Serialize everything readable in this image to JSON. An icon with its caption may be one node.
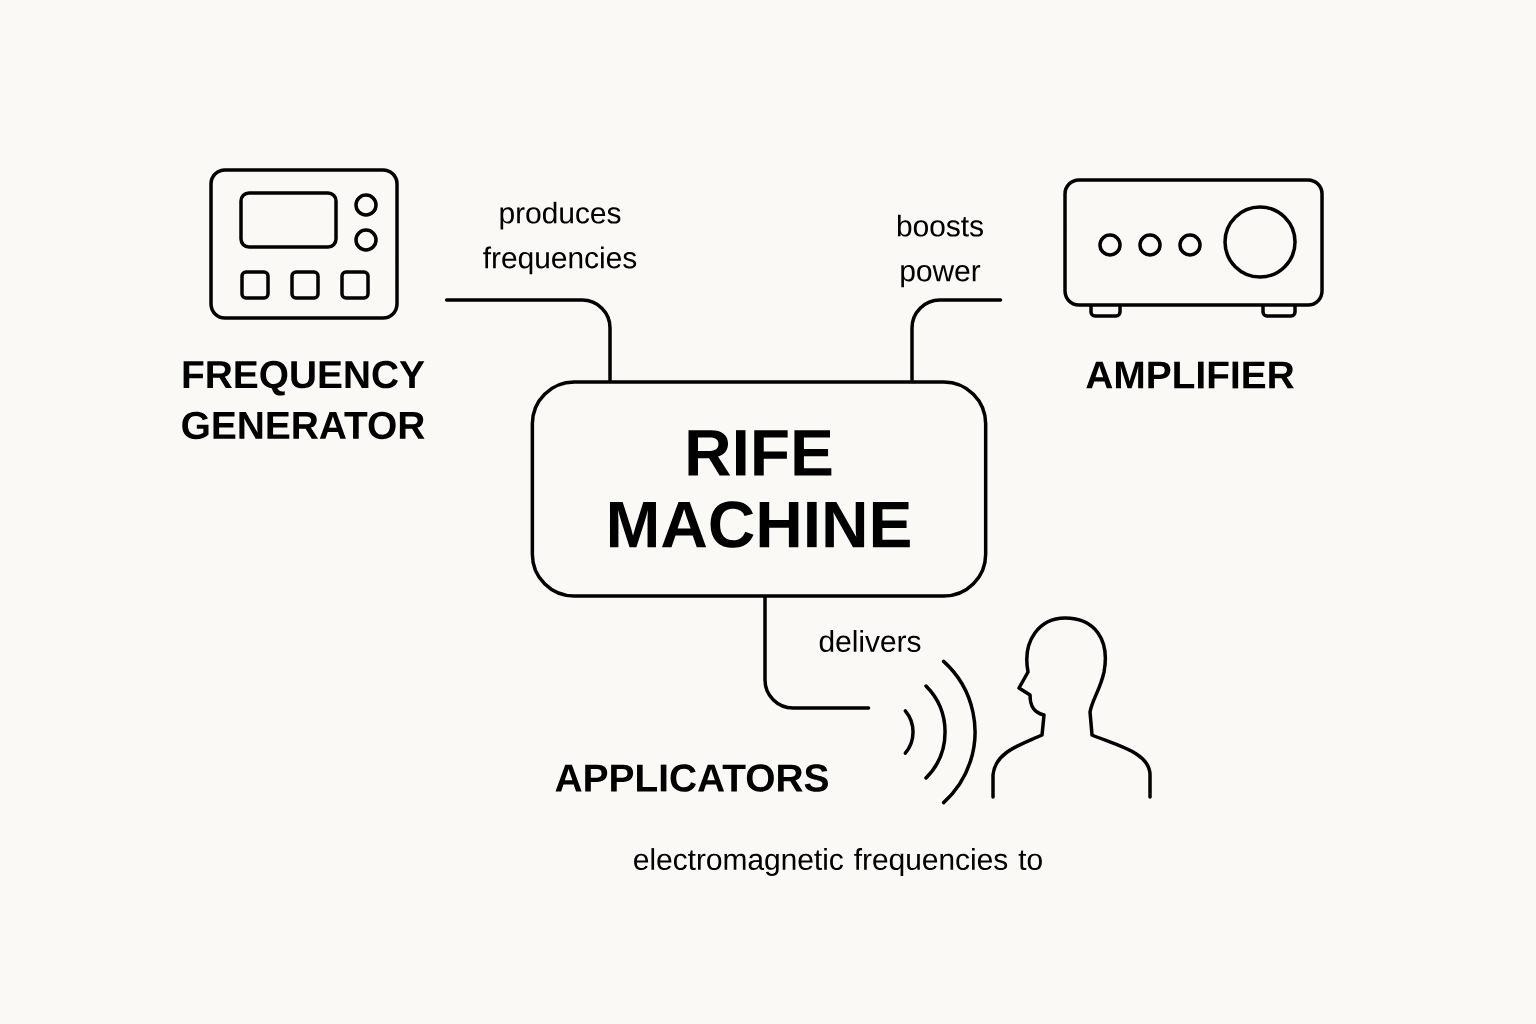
{
  "diagram": {
    "nodes": [
      {
        "text": [
          "RIFE MACHINE"
        ]
      },
      {
        "text": [
          "FREQUENCY GENERATOR"
        ]
      },
      {
        "text": [
          "AMPLIFIER"
        ]
      },
      {
        "text": [
          "APPLICATORS"
        ]
      },
      {
        "text": [],
        "shape": "person"
      }
    ],
    "edges": [
      {
        "from": 1,
        "to": 0,
        "arrow": "none",
        "label": "produces frequencies"
      },
      {
        "from": 2,
        "to": 0,
        "arrow": "none",
        "label": "boosts power"
      },
      {
        "from": 0,
        "to": 3,
        "arrow": "none",
        "label": "delivers"
      }
    ],
    "labels": [
      "electromagnetic frequencies to"
    ]
  }
}
